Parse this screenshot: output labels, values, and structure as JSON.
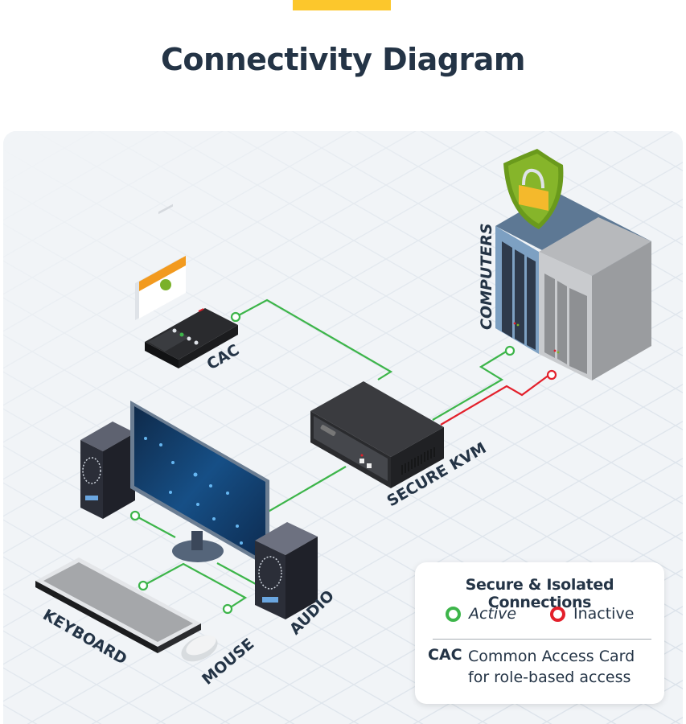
{
  "header": {
    "title": "Connectivity Diagram",
    "accent_color": "#fcc72c"
  },
  "diagram": {
    "devices": [
      {
        "id": "cac",
        "label": "CAC"
      },
      {
        "id": "secure-kvm",
        "label": "SECURE KVM"
      },
      {
        "id": "computers",
        "label": "COMPUTERS"
      },
      {
        "id": "keyboard",
        "label": "KEYBOARD"
      },
      {
        "id": "mouse",
        "label": "MOUSE"
      },
      {
        "id": "audio",
        "label": "AUDIO"
      },
      {
        "id": "monitor",
        "label": ""
      }
    ],
    "connections": [
      {
        "from": "cac",
        "to": "secure-kvm",
        "status": "active"
      },
      {
        "from": "secure-kvm",
        "to": "computers",
        "status": "active"
      },
      {
        "from": "secure-kvm",
        "to": "computers",
        "status": "inactive"
      },
      {
        "from": "secure-kvm",
        "to": "monitor",
        "status": "active"
      },
      {
        "from": "secure-kvm",
        "to": "keyboard",
        "status": "active"
      },
      {
        "from": "secure-kvm",
        "to": "mouse",
        "status": "active"
      },
      {
        "from": "secure-kvm",
        "to": "audio",
        "status": "active"
      }
    ],
    "colors": {
      "active": "#3db54a",
      "inactive": "#e3202b",
      "label": "#243446"
    }
  },
  "legend": {
    "title": "Secure & Isolated Connections",
    "items": [
      {
        "label": "Active",
        "color": "#3db54a",
        "style": "italic"
      },
      {
        "label": "Inactive",
        "color": "#e3202b",
        "style": "normal"
      }
    ],
    "abbreviation": "CAC",
    "abbreviation_definition": "Common Access Card for role-based access"
  }
}
